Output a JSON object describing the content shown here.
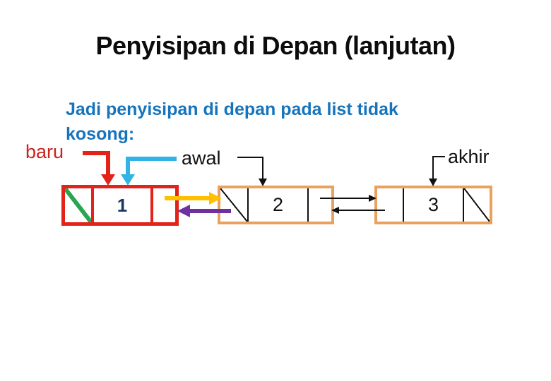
{
  "slide": {
    "title": "Penyisipan di Depan (lanjutan)",
    "body_lines": {
      "0": "Jadi penyisipan di depan pada list tidak",
      "1": "kosong:"
    }
  },
  "labels": {
    "baru": "baru",
    "awal": "awal",
    "akhir": "akhir"
  },
  "nodes": [
    {
      "value": "1",
      "prev": "null",
      "next": "node-2"
    },
    {
      "value": "2",
      "prev": "node-1",
      "next": "node-3"
    },
    {
      "value": "3",
      "prev": "node-2",
      "next": "null"
    }
  ],
  "colors": {
    "title": "#0c0c0c",
    "body_blue": "#1674BC",
    "label_red": "#C9241E",
    "red": "#E3221A",
    "cyan": "#30B4E6",
    "yellow": "#FFC000",
    "purple": "#7030A0",
    "green": "#28A652",
    "orange": "#EAA15D",
    "navy": "#17375E",
    "black": "#111111"
  }
}
